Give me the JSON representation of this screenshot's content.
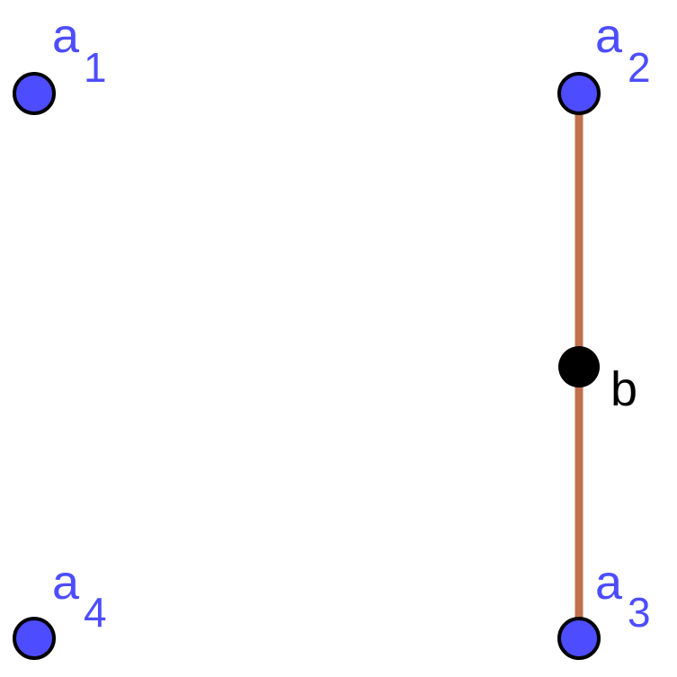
{
  "colors": {
    "point_fill": "#4d4dff",
    "point_stroke": "#000000",
    "label_color": "#4d4dff",
    "segment_color": "#c0704d",
    "b_point_fill": "#000000",
    "b_label_color": "#000000"
  },
  "points": [
    {
      "id": "a1",
      "main": "a",
      "sub": "1"
    },
    {
      "id": "a2",
      "main": "a",
      "sub": "2"
    },
    {
      "id": "a3",
      "main": "a",
      "sub": "3"
    },
    {
      "id": "a4",
      "main": "a",
      "sub": "4"
    }
  ],
  "b_point": {
    "label": "b"
  }
}
